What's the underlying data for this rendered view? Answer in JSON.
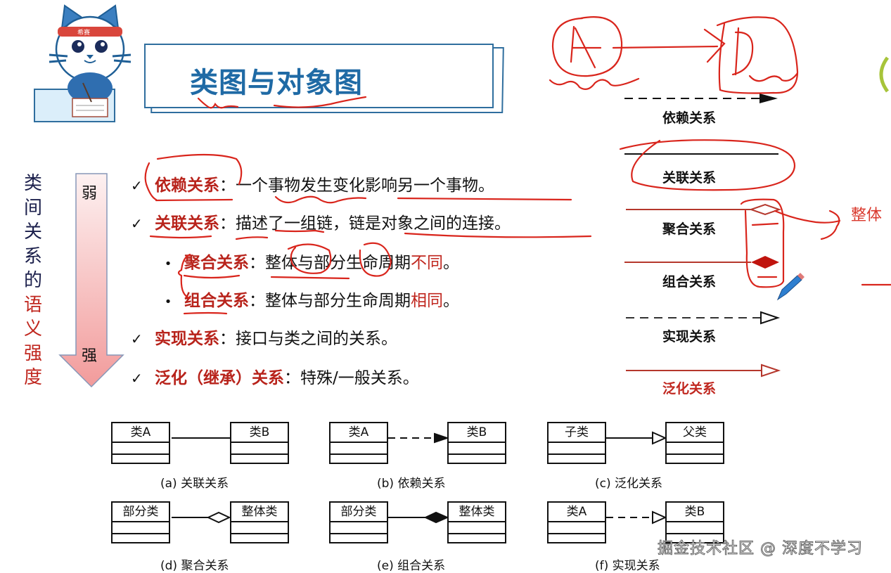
{
  "header": {
    "title": "类图与对象图",
    "mascot_headband_text": "希赛"
  },
  "side_label": {
    "chars_navy": [
      "类",
      "间",
      "关",
      "系",
      "的"
    ],
    "chars_red": [
      "语",
      "义",
      "强",
      "度"
    ]
  },
  "strength_arrow": {
    "weak_label": "弱",
    "strong_label": "强"
  },
  "relations_list": [
    {
      "marker": "✓",
      "term": "依赖关系",
      "sep": "：",
      "desc": "一个事物发生变化影响另一个事物。"
    },
    {
      "marker": "✓",
      "term": "关联关系",
      "sep": "：",
      "desc": "描述了一组链，链是对象之间的连接。"
    },
    {
      "marker": "•",
      "term": "聚合关系",
      "sep": "：",
      "desc": "整体与部分生命周期",
      "highlight": "不同",
      "end": "。"
    },
    {
      "marker": "•",
      "term": "组合关系",
      "sep": "：",
      "desc": "整体与部分生命周期",
      "highlight": "相同",
      "end": "。"
    },
    {
      "marker": "✓",
      "term": "实现关系",
      "sep": "：",
      "desc": "接口与类之间的关系。"
    },
    {
      "marker": "✓",
      "term": "泛化（继承）关系",
      "sep": "：",
      "desc": "特殊/一般关系。"
    }
  ],
  "legend": [
    {
      "label": "依赖关系",
      "line": "dashed",
      "head": "filled-arrow",
      "color": "#111111"
    },
    {
      "label": "关联关系",
      "line": "solid",
      "head": "none",
      "color": "#111111"
    },
    {
      "label": "聚合关系",
      "line": "solid",
      "head": "hollow-diamond",
      "color": "#c0271f"
    },
    {
      "label": "组合关系",
      "line": "solid",
      "head": "filled-diamond",
      "color": "#c0271f"
    },
    {
      "label": "实现关系",
      "line": "dashed",
      "head": "hollow-triangle",
      "color": "#111111"
    },
    {
      "label": "泛化关系",
      "line": "solid",
      "head": "hollow-triangle",
      "color": "#c0271f"
    }
  ],
  "annotations": {
    "handwritten_a": "A",
    "handwritten_b": "B",
    "note_whole": "整体"
  },
  "uml_examples": [
    {
      "caption": "(a) 关联关系",
      "left": "类A",
      "right": "类B",
      "connector": "solid"
    },
    {
      "caption": "(b) 依赖关系",
      "left": "类A",
      "right": "类B",
      "connector": "dashed-filled-arrow"
    },
    {
      "caption": "(c) 泛化关系",
      "left": "子类",
      "right": "父类",
      "connector": "solid-hollow-triangle"
    },
    {
      "caption": "(d) 聚合关系",
      "left": "部分类",
      "right": "整体类",
      "connector": "solid-hollow-diamond"
    },
    {
      "caption": "(e) 组合关系",
      "left": "部分类",
      "right": "整体类",
      "connector": "solid-filled-diamond"
    },
    {
      "caption": "(f) 实现关系",
      "left": "类A",
      "right": "类B",
      "connector": "dashed-hollow-triangle"
    }
  ],
  "watermark": "掘金技术社区 @ 深度不学习",
  "colors": {
    "title_blue": "#1f6aa5",
    "term_red": "#b8231b",
    "ink_red": "#d9372b",
    "navy": "#1b1f4b"
  }
}
